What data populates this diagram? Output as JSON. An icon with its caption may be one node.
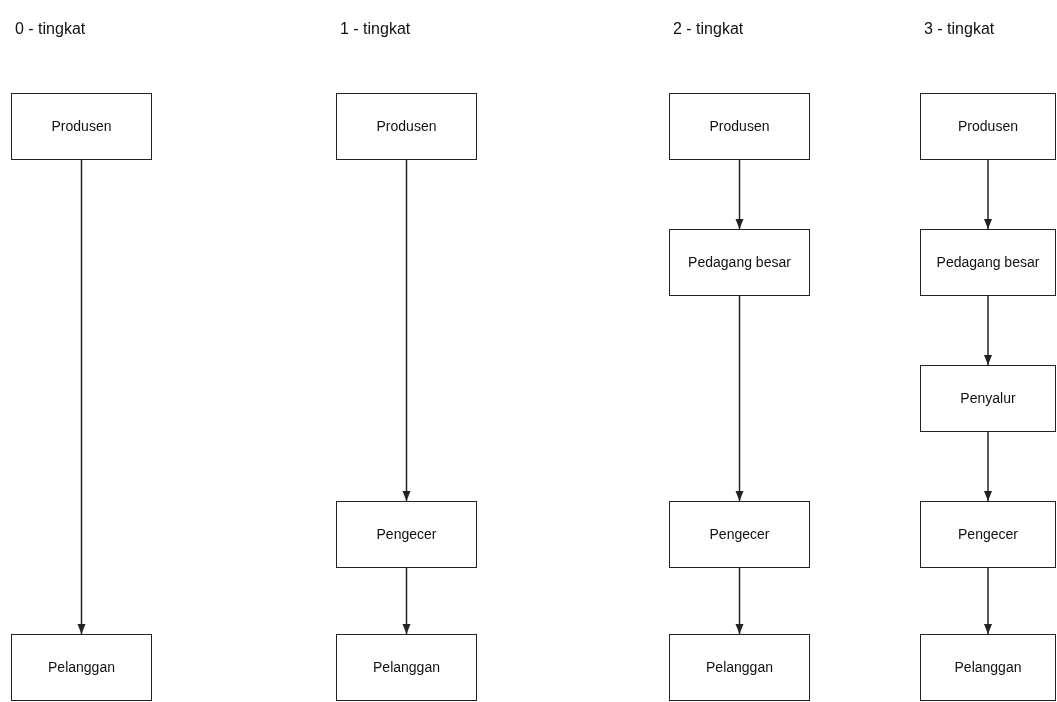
{
  "diagram": {
    "nodes": [
      {
        "text": [
          "Produsen"
        ]
      },
      {
        "text": [
          "Pelanggan"
        ]
      },
      {
        "text": [
          "Produsen"
        ]
      },
      {
        "text": [
          "Pengecer"
        ]
      },
      {
        "text": [
          "Pelanggan"
        ]
      },
      {
        "text": [
          "Produsen"
        ]
      },
      {
        "text": [
          "Pedagang besar"
        ]
      },
      {
        "text": [
          "Pengecer"
        ]
      },
      {
        "text": [
          "Pelanggan"
        ]
      },
      {
        "text": [
          "Produsen"
        ]
      },
      {
        "text": [
          "Pedagang besar"
        ]
      },
      {
        "text": [
          "Penyalur"
        ]
      },
      {
        "text": [
          "Pengecer"
        ]
      },
      {
        "text": [
          "Pelanggan"
        ]
      }
    ],
    "edges": [
      {
        "from": 0,
        "to": 1,
        "arrow": "to"
      },
      {
        "from": 2,
        "to": 3,
        "arrow": "to"
      },
      {
        "from": 3,
        "to": 4,
        "arrow": "to"
      },
      {
        "from": 5,
        "to": 6,
        "arrow": "to"
      },
      {
        "from": 6,
        "to": 7,
        "arrow": "to"
      },
      {
        "from": 7,
        "to": 8,
        "arrow": "to"
      },
      {
        "from": 9,
        "to": 10,
        "arrow": "to"
      },
      {
        "from": 10,
        "to": 11,
        "arrow": "to"
      },
      {
        "from": 11,
        "to": 12,
        "arrow": "to"
      },
      {
        "from": 12,
        "to": 13,
        "arrow": "to"
      }
    ],
    "labels": [
      "0 - tingkat",
      "1 - tingkat",
      "2 - tingkat",
      "3 - tingkat"
    ]
  }
}
